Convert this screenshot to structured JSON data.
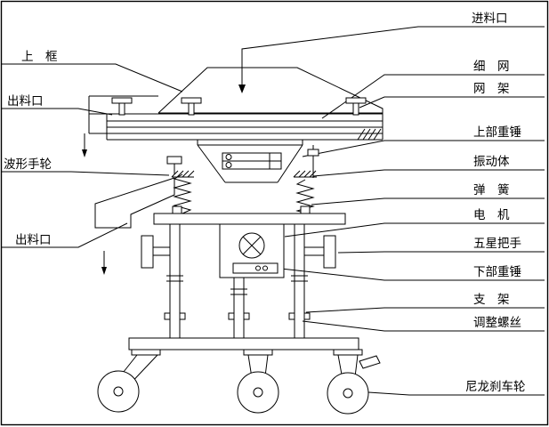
{
  "labels": {
    "left": [
      {
        "id": "upper-frame",
        "text": "上　框"
      },
      {
        "id": "outlet-upper",
        "text": "出料口"
      },
      {
        "id": "wave-handwheel",
        "text": "波形手轮"
      },
      {
        "id": "outlet-lower",
        "text": "出料口"
      }
    ],
    "right": [
      {
        "id": "feed-inlet",
        "text": "进料口"
      },
      {
        "id": "fine-mesh",
        "text": "细　网"
      },
      {
        "id": "mesh-frame",
        "text": "网　架"
      },
      {
        "id": "upper-weight",
        "text": "上部重锤"
      },
      {
        "id": "vibration-body",
        "text": "振动体"
      },
      {
        "id": "spring",
        "text": "弹　簧"
      },
      {
        "id": "motor",
        "text": "电　机"
      },
      {
        "id": "five-star-handle",
        "text": "五星把手"
      },
      {
        "id": "lower-weight",
        "text": "下部重锤"
      },
      {
        "id": "support-frame",
        "text": "支　架"
      },
      {
        "id": "adjust-screw",
        "text": "调整螺丝"
      },
      {
        "id": "nylon-brake-wheel",
        "text": "尼龙刹车轮"
      }
    ]
  },
  "colors": {
    "line": "#000000",
    "background": "#ffffff"
  }
}
